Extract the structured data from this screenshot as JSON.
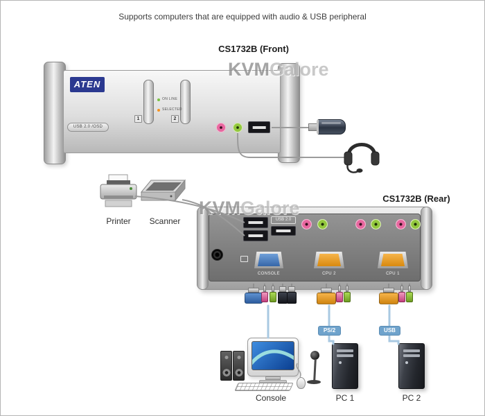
{
  "header": {
    "note": "Supports computers that are equipped with audio & USB peripheral"
  },
  "watermark": {
    "brand_bold": "KVM",
    "brand_light": "Galore"
  },
  "front_view": {
    "title": "CS1732B (Front)",
    "brand_logo": "ATEN",
    "model_badge": "USB 2.0 /OSD",
    "port_buttons": [
      "1",
      "2"
    ],
    "led_labels": {
      "online": "ON LINE",
      "selected": "SELECTED"
    }
  },
  "rear_view": {
    "title": "CS1732B (Rear)",
    "usb_label": "USB 2.0",
    "port_labels": {
      "console": "CONSOLE",
      "cpu2": "CPU 2",
      "cpu1": "CPU 1"
    }
  },
  "peripheral_labels": {
    "printer": "Printer",
    "scanner": "Scanner",
    "console": "Console",
    "pc1": "PC 1",
    "pc2": "PC 2"
  },
  "connection_badges": {
    "ps2": "PS/2",
    "usb": "USB"
  },
  "colors": {
    "mic_pink": "#e8679f",
    "audio_green": "#93c83e",
    "vga_console_blue": "#4a80c8",
    "vga_cpu_orange": "#f09c28",
    "badge_blue": "#6fa3cc",
    "aten_logo_blue": "#2b3990",
    "cable_blue": "#a9c9e2"
  }
}
